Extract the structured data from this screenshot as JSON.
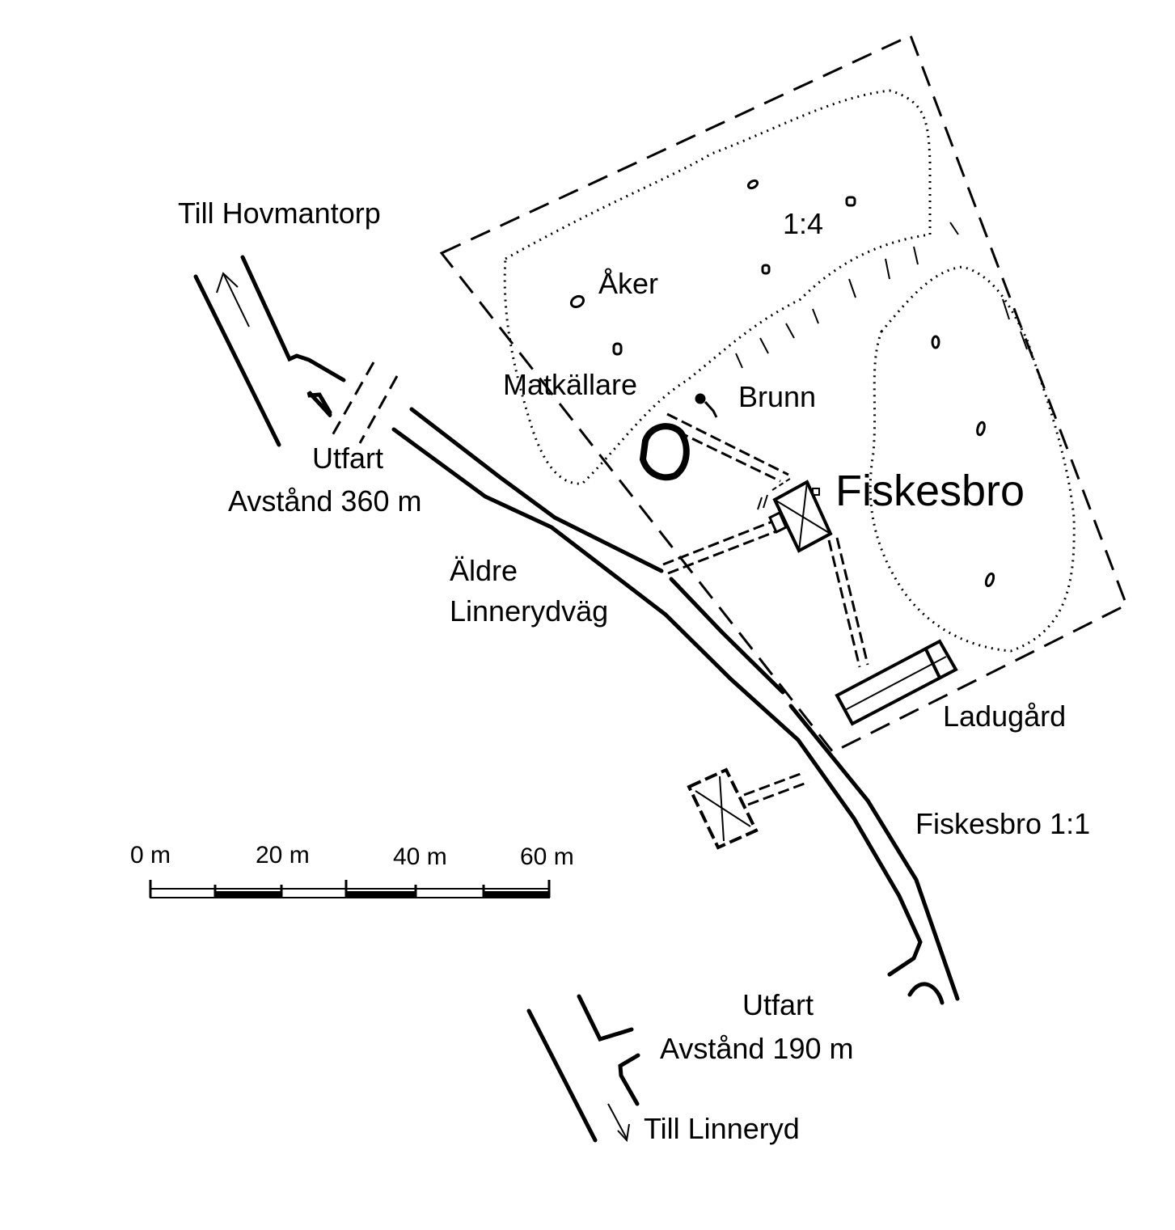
{
  "labels": {
    "till_hovmantorp": "Till Hovmantorp",
    "ratio_1_4": "1:4",
    "aker": "Åker",
    "matkallare": "Matkällare",
    "brunn": "Brunn",
    "fiskesbro": "Fiskesbro",
    "utfart_west": "Utfart",
    "avstand_west": "Avstånd 360 m",
    "aldre": "Äldre",
    "linnerydvag": "Linnerydväg",
    "ladugard": "Ladugård",
    "fiskesbro_1_1": "Fiskesbro 1:1",
    "utfart_south": "Utfart",
    "avstand_south": "Avstånd 190 m",
    "till_linneryd": "Till Linneryd"
  },
  "scale_bar": {
    "ticks": [
      "0 m",
      "20 m",
      "40 m",
      "60 m"
    ],
    "max_m": 60
  },
  "colors": {
    "ink": "#000000",
    "paper": "#ffffff"
  }
}
